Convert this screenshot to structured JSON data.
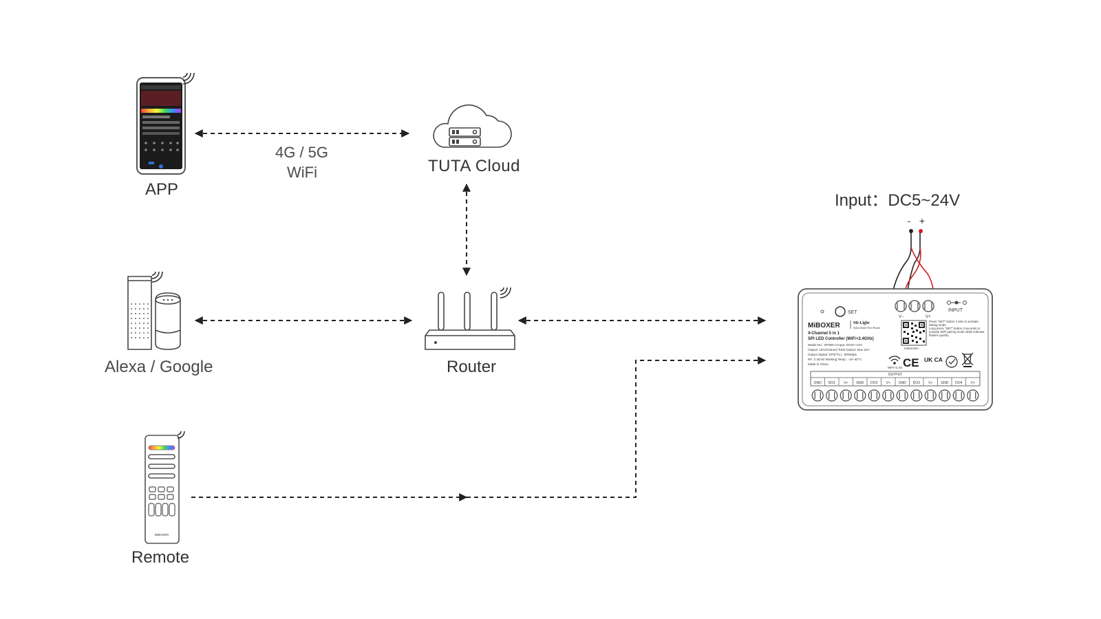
{
  "nodes": {
    "app": {
      "label": "APP"
    },
    "cloud": {
      "label": "TUTA Cloud"
    },
    "link_app_cloud": {
      "line1": "4G / 5G",
      "line2": "WiFi"
    },
    "speakers": {
      "label": "Alexa / Google"
    },
    "router": {
      "label": "Router"
    },
    "remote": {
      "label": "Remote",
      "brand": "MiBOXER"
    },
    "controller": {
      "input_label": "Input：DC5~24V",
      "minus": "-",
      "plus": "+",
      "set": "SET",
      "input_port": "INPUT",
      "v_minus": "V−",
      "v_plus": "V+",
      "brand": "MiBOXER",
      "sub_brand": "Mi-Light",
      "sub_brand_note": "Subordinate New Brand",
      "title_line1": "4-Channel 5 in 1",
      "title_line2": "SPI LED Controller (WiFi+2.4GHz)",
      "spec1": "Model No.: SPIW5-4    Input: DC5V~24V",
      "spec2": "Output: 10A/Channel    Total Output: Max 10A",
      "spec3": "Output Signal: SPI(TTL) : 800Kbps",
      "spec4": "RF: 2.4GHz  Working Temp.: -10~40°C",
      "spec5": "Made in China",
      "note1": "Press \"SET\" button 1 time to activate linking mode",
      "note2": "Long press \"SET\" button 3 seconds to activate WiFi pairing mode while indicator flashes quickly",
      "instruction": "Instruction",
      "wifi_badge": "WiFi+2.4G",
      "ce": "CE",
      "ukca": "UK CA",
      "output": "OUTPUT",
      "terminals": [
        "GND",
        "DO1",
        "V+",
        "GND",
        "DO2",
        "V+",
        "GND",
        "DO3",
        "V+",
        "GND",
        "DO4",
        "V+"
      ]
    }
  }
}
